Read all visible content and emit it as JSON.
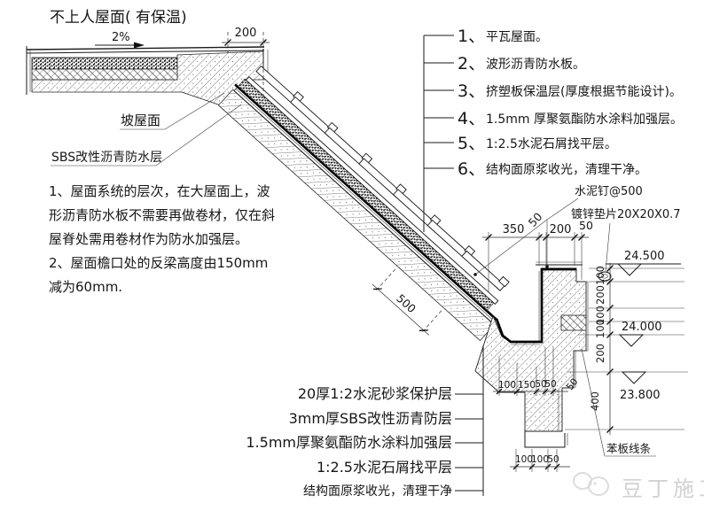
{
  "title": "不上人屋面( 有保温)",
  "flat_roof": {
    "slope_label": "2%",
    "overhang_dim": "200"
  },
  "left_labels": {
    "slope_roof": "坡屋面",
    "sbs": "SBS改性沥青防水层"
  },
  "layer_list": {
    "items": [
      {
        "no": "1、",
        "text": "平瓦屋面。"
      },
      {
        "no": "2、",
        "text": "波形沥青防水板。"
      },
      {
        "no": "3、",
        "text": "挤塑板保温层(厚度根据节能设计)。"
      },
      {
        "no": "4、",
        "text": "1.5mm 厚聚氨酯防水涂料加强层。"
      },
      {
        "no": "5、",
        "text": "1:2.5水泥石屑找平层。"
      },
      {
        "no": "6、",
        "text": "结构面原浆收光，清理干净。"
      }
    ]
  },
  "notes": {
    "lines": [
      "1、屋面系统的层次，在大屋面上，波",
      "形沥青防水板不需要再做卷材，仅在斜",
      "屋脊处需用卷材作为防水加强层。",
      "2、屋面檐口处的反梁高度由150mm",
      "减为60mm."
    ]
  },
  "callouts": {
    "cement_nail": "水泥钉@500",
    "washer": "镀锌垫片20X20X0.7",
    "foam_trim": "苯板线条"
  },
  "bottom_labels": {
    "items": [
      "20厚1:2水泥砂浆保护层",
      "3mm厚SBS改性沥青防层",
      "1.5mm厚聚氨酯防水涂料加强层",
      "1:2.5水泥石屑找平层",
      "结构面原浆收光，清理干净"
    ]
  },
  "dimensions": {
    "slope_spacing": "500",
    "top_chain": [
      "350",
      "50",
      "200",
      "50"
    ],
    "right_chain": [
      "100",
      "200",
      "100",
      "100",
      "200",
      "400"
    ],
    "gutter_chain": [
      "100",
      "150",
      "50",
      "50"
    ],
    "gutter_extra": "50",
    "bottom_chain": [
      "100",
      "100",
      "50"
    ]
  },
  "elevations": {
    "items": [
      "24.500",
      "24.000",
      "23.800"
    ]
  },
  "watermark": {
    "text": "豆丁施工"
  }
}
